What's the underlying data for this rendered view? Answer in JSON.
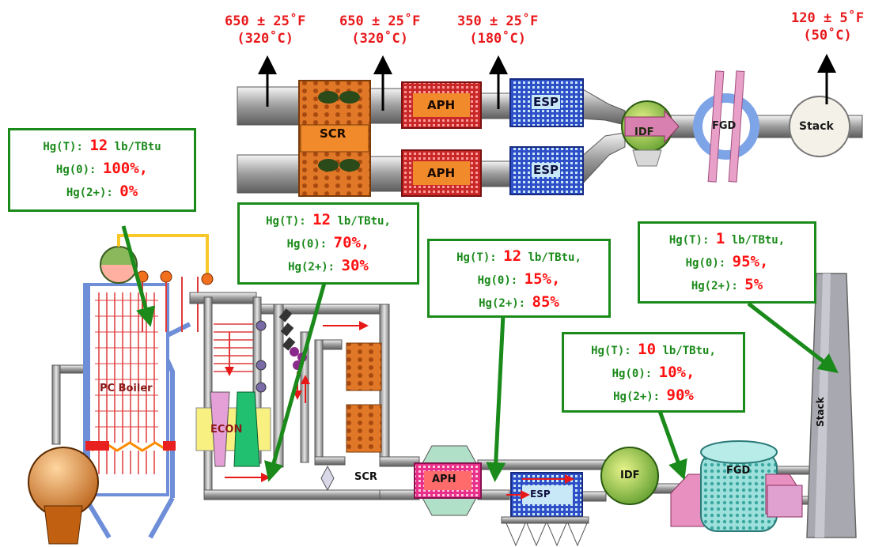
{
  "temperatures": [
    {
      "f": "650 ± 25˚F",
      "c": "(320˚C)"
    },
    {
      "f": "650 ± 25˚F",
      "c": "(320˚C)"
    },
    {
      "f": "350 ± 25˚F",
      "c": "(180˚C)"
    },
    {
      "f": "120 ± 5˚F",
      "c": "(50˚C)"
    }
  ],
  "top_train_labels": {
    "scr": "SCR",
    "aph_upper": "APH",
    "aph_lower": "APH",
    "esp_upper": "ESP",
    "esp_lower": "ESP",
    "idf": "IDF",
    "fgd": "FGD",
    "stack": "Stack"
  },
  "bottom_plant_labels": {
    "boiler": "PC Boiler",
    "econ": "ECON",
    "scr": "SCR",
    "aph": "APH",
    "esp": "ESP",
    "idf": "IDF",
    "fgd": "FGD",
    "stack": "Stack"
  },
  "mercury_boxes": [
    {
      "t_label": "Hg(T): ",
      "t_value": "12",
      "t_unit": " lb/TBtu",
      "hg0_label": "Hg(0): ",
      "hg0_value": "100%,",
      "hg2_label": "Hg(2+): ",
      "hg2_value": "0%"
    },
    {
      "t_label": "Hg(T): ",
      "t_value": "12",
      "t_unit": " lb/TBtu,",
      "hg0_label": "Hg(0): ",
      "hg0_value": "70%,",
      "hg2_label": "Hg(2+): ",
      "hg2_value": "30%"
    },
    {
      "t_label": "Hg(T): ",
      "t_value": "12",
      "t_unit": " lb/TBtu,",
      "hg0_label": "Hg(0): ",
      "hg0_value": "15%,",
      "hg2_label": "Hg(2+): ",
      "hg2_value": "85%"
    },
    {
      "t_label": "Hg(T): ",
      "t_value": "1",
      "t_unit": " lb/TBtu,",
      "hg0_label": "Hg(0): ",
      "hg0_value": "95%,",
      "hg2_label": "Hg(2+): ",
      "hg2_value": "5%"
    },
    {
      "t_label": "Hg(T): ",
      "t_value": "10",
      "t_unit": " lb/TBtu,",
      "hg0_label": "Hg(0): ",
      "hg0_value": "10%,",
      "hg2_label": "Hg(2+): ",
      "hg2_value": "90%"
    }
  ],
  "colors": {
    "label_red": "#e8191c",
    "box_green": "#1a8a1a",
    "value_red": "#ff1010",
    "duct_grey": "#b8b8b8",
    "scr_orange": "#f08a2a",
    "aph_red": "#c83232",
    "esp_blue": "#2e4fc8",
    "idf_green": "#6aa838",
    "fgd_teal": "#7fd0cc",
    "stack_grey": "#9a9aa2"
  }
}
